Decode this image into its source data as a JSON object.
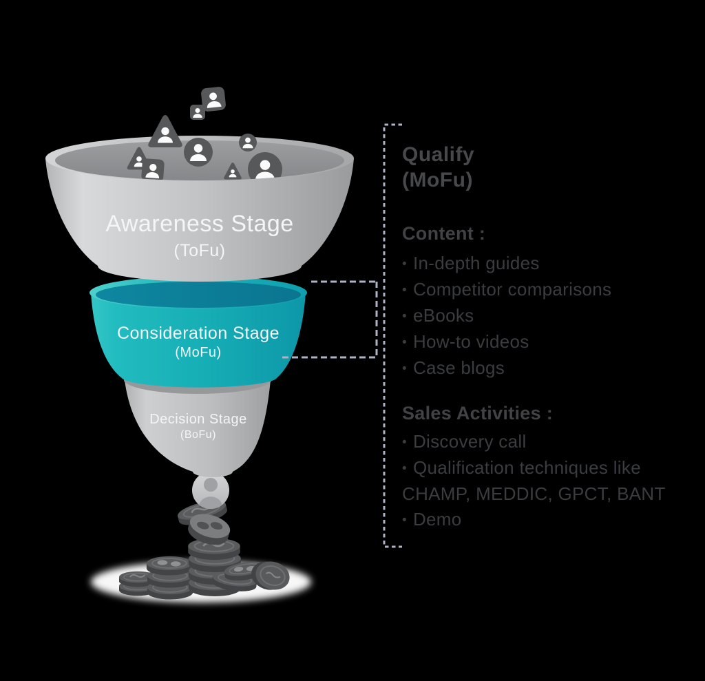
{
  "funnel": {
    "stage1_label": "Awareness Stage",
    "stage1_sub": "(ToFu)",
    "stage2_label": "Consideration Stage",
    "stage2_sub": "(MoFu)",
    "stage3_label": "Decision Stage",
    "stage3_sub": "(BoFu)"
  },
  "panel": {
    "bullet": "•",
    "title_line1": "Qualify",
    "title_line2": "(MoFu)",
    "content_heading": "Content :",
    "content_items": [
      "In-depth guides",
      "Competitor comparisons",
      "eBooks",
      "How-to videos",
      "Case blogs"
    ],
    "sales_heading": "Sales Activities :",
    "sales_items": [
      "Discovery call",
      "Qualification techniques like CHAMP, MEDDIC, GPCT, BANT",
      "Demo"
    ]
  },
  "icons": {
    "audience": [
      "person-in-square",
      "person-in-circle",
      "person-in-triangle"
    ],
    "converted_lead": "person-ball",
    "revenue": "coin-stack"
  },
  "colors": {
    "background": "#000000",
    "funnel_gray": "#b9babc",
    "teal": "#17afb6",
    "teal_dark_top": "#0c7e98",
    "icon_dark_gray": "#57585a",
    "label_white": "#f4f5f5",
    "panel_text": "#3b3c40",
    "dash_line": "#aeb3c6",
    "ground_shadow": "#f7f7f7"
  }
}
